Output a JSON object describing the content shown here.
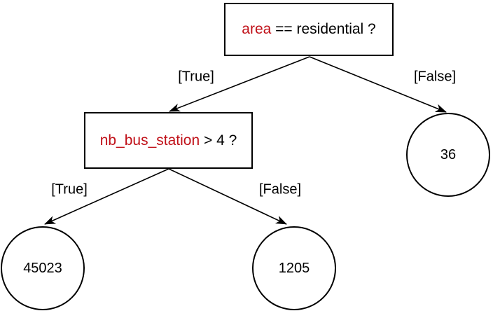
{
  "diagram": {
    "type": "decision-tree",
    "colors": {
      "feature_text": "#C01018",
      "text": "#000000",
      "stroke": "#000000",
      "background": "#FFFFFF"
    },
    "nodes": {
      "root": {
        "feature": "area",
        "condition": " == residential ?"
      },
      "bus": {
        "feature": "nb_bus_station",
        "condition": " > 4 ?"
      }
    },
    "leaves": {
      "root_false": "36",
      "bus_true": "45023",
      "bus_false": "1205"
    },
    "edge_labels": {
      "root_true": "[True]",
      "root_false": "[False]",
      "bus_true": "[True]",
      "bus_false": "[False]"
    }
  }
}
